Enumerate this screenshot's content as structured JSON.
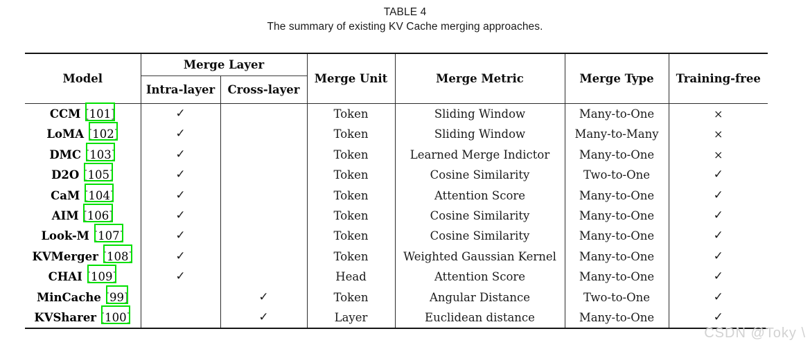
{
  "caption": {
    "label": "TABLE 4",
    "text": "The summary of existing KV Cache merging approaches."
  },
  "table": {
    "headers": {
      "model": "Model",
      "merge_layer_group": "Merge Layer",
      "intra_layer": "Intra-layer",
      "cross_layer": "Cross-layer",
      "merge_unit": "Merge Unit",
      "merge_metric": "Merge Metric",
      "merge_type": "Merge Type",
      "training_free": "Training-free"
    },
    "check_glyph": "✓",
    "cross_glyph": "×",
    "annotation_color": "#00e000",
    "rows": [
      {
        "model_name": "CCM",
        "citation": "[101]",
        "citation_number": "101",
        "intra_layer": "✓",
        "cross_layer": "",
        "merge_unit": "Token",
        "merge_metric": "Sliding Window",
        "merge_type": "Many-to-One",
        "training_free": "×"
      },
      {
        "model_name": "LoMA",
        "citation": "[102]",
        "citation_number": "102",
        "intra_layer": "✓",
        "cross_layer": "",
        "merge_unit": "Token",
        "merge_metric": "Sliding Window",
        "merge_type": "Many-to-Many",
        "training_free": "×"
      },
      {
        "model_name": "DMC",
        "citation": "[103]",
        "citation_number": "103",
        "intra_layer": "✓",
        "cross_layer": "",
        "merge_unit": "Token",
        "merge_metric": "Learned Merge Indictor",
        "merge_type": "Many-to-One",
        "training_free": "×"
      },
      {
        "model_name": "D2O",
        "citation": "[105]",
        "citation_number": "105",
        "intra_layer": "✓",
        "cross_layer": "",
        "merge_unit": "Token",
        "merge_metric": "Cosine Similarity",
        "merge_type": "Two-to-One",
        "training_free": "✓"
      },
      {
        "model_name": "CaM",
        "citation": "[104]",
        "citation_number": "104",
        "intra_layer": "✓",
        "cross_layer": "",
        "merge_unit": "Token",
        "merge_metric": "Attention Score",
        "merge_type": "Many-to-One",
        "training_free": "✓"
      },
      {
        "model_name": "AIM",
        "citation": "[106]",
        "citation_number": "106",
        "intra_layer": "✓",
        "cross_layer": "",
        "merge_unit": "Token",
        "merge_metric": "Cosine Similarity",
        "merge_type": "Many-to-One",
        "training_free": "✓"
      },
      {
        "model_name": "Look-M",
        "citation": "[107]",
        "citation_number": "107",
        "intra_layer": "✓",
        "cross_layer": "",
        "merge_unit": "Token",
        "merge_metric": "Cosine Similarity",
        "merge_type": "Many-to-One",
        "training_free": "✓"
      },
      {
        "model_name": "KVMerger",
        "citation": "[108]",
        "citation_number": "108",
        "intra_layer": "✓",
        "cross_layer": "",
        "merge_unit": "Token",
        "merge_metric": "Weighted Gaussian Kernel",
        "merge_type": "Many-to-One",
        "training_free": "✓"
      },
      {
        "model_name": "CHAI",
        "citation": "[109]",
        "citation_number": "109",
        "intra_layer": "✓",
        "cross_layer": "",
        "merge_unit": "Head",
        "merge_metric": "Attention Score",
        "merge_type": "Many-to-One",
        "training_free": "✓"
      },
      {
        "model_name": "MinCache",
        "citation": "[99]",
        "citation_number": "99",
        "intra_layer": "",
        "cross_layer": "✓",
        "merge_unit": "Token",
        "merge_metric": "Angular Distance",
        "merge_type": "Two-to-One",
        "training_free": "✓"
      },
      {
        "model_name": "KVSharer",
        "citation": "[100]",
        "citation_number": "100",
        "intra_layer": "",
        "cross_layer": "✓",
        "merge_unit": "Layer",
        "merge_metric": "Euclidean distance",
        "merge_type": "Many-to-One",
        "training_free": "✓"
      }
    ]
  },
  "watermark": {
    "text": "CSDN @Toky \\"
  }
}
